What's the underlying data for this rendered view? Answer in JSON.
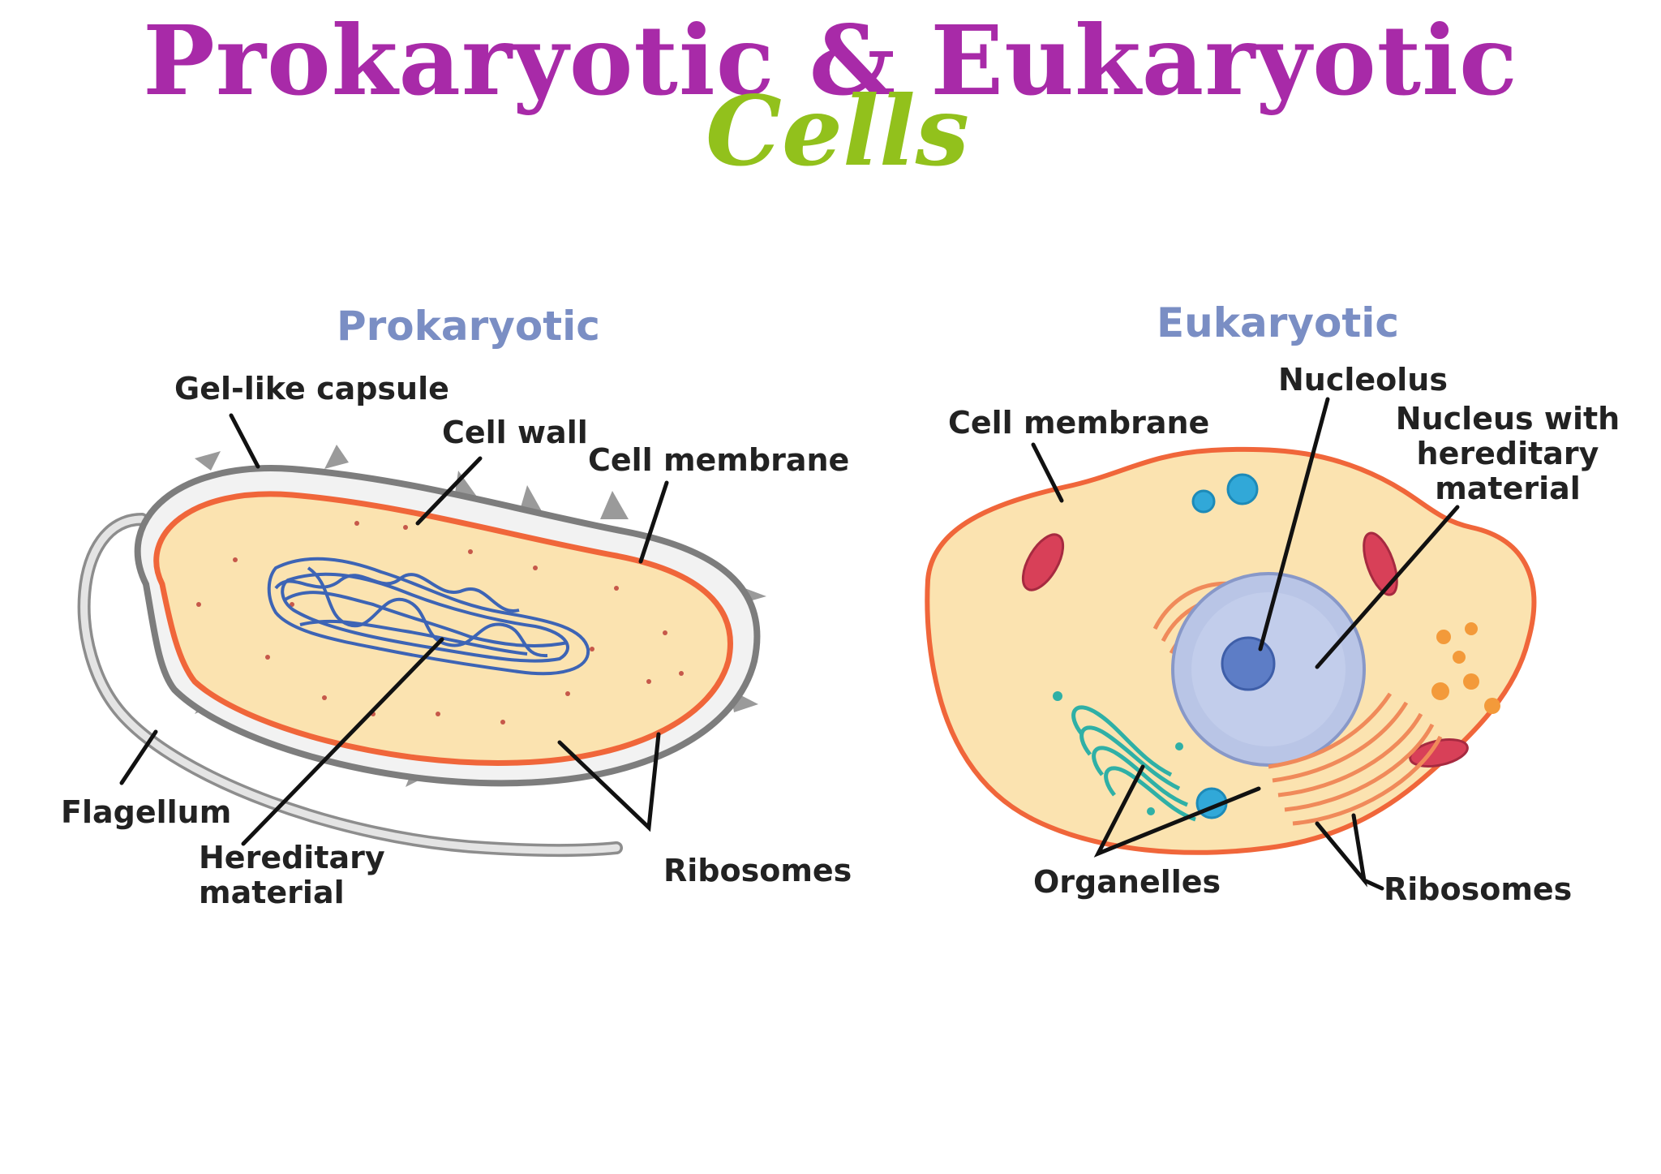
{
  "title": "Prokaryotic & Eukaryotic",
  "subtitle": "Cells",
  "colors": {
    "title": "#a82aa8",
    "subtitle": "#92c11c",
    "panel_title": "#7a8ec4",
    "cytoplasm": "#fbe3b0",
    "membrane": "#f0663a",
    "cell_wall": "#8d8d8d",
    "dna": "#3d64b5",
    "nucleus": "#b9c5e6",
    "nucleolus": "#5d7dc6",
    "mitochondria": "#d84058",
    "vesicles": "#31a8d8",
    "er_golgi": "#f08a5a",
    "organelle_teal": "#2fb0a6"
  },
  "prokaryotic": {
    "heading": "Prokaryotic",
    "labels": {
      "capsule": "Gel-like capsule",
      "cell_wall": "Cell wall",
      "cell_membrane": "Cell membrane",
      "flagellum": "Flagellum",
      "hereditary": "Hereditary\nmaterial",
      "ribosomes": "Ribosomes"
    }
  },
  "eukaryotic": {
    "heading": "Eukaryotic",
    "labels": {
      "nucleolus": "Nucleolus",
      "cell_membrane": "Cell membrane",
      "nucleus": "Nucleus with\nhereditary\nmaterial",
      "organelles": "Organelles",
      "ribosomes": "Ribosomes"
    }
  }
}
